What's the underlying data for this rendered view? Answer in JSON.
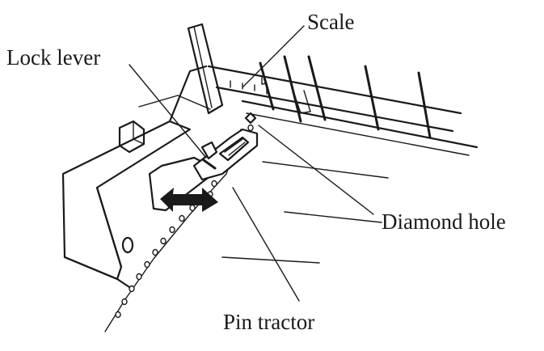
{
  "labels": {
    "scale": "Scale",
    "lock_lever": "Lock lever",
    "diamond_hole": "Diamond hole",
    "pin_tractor": "Pin tractor"
  },
  "colors": {
    "ink": "#1a1a1a",
    "paper": "#ffffff"
  }
}
